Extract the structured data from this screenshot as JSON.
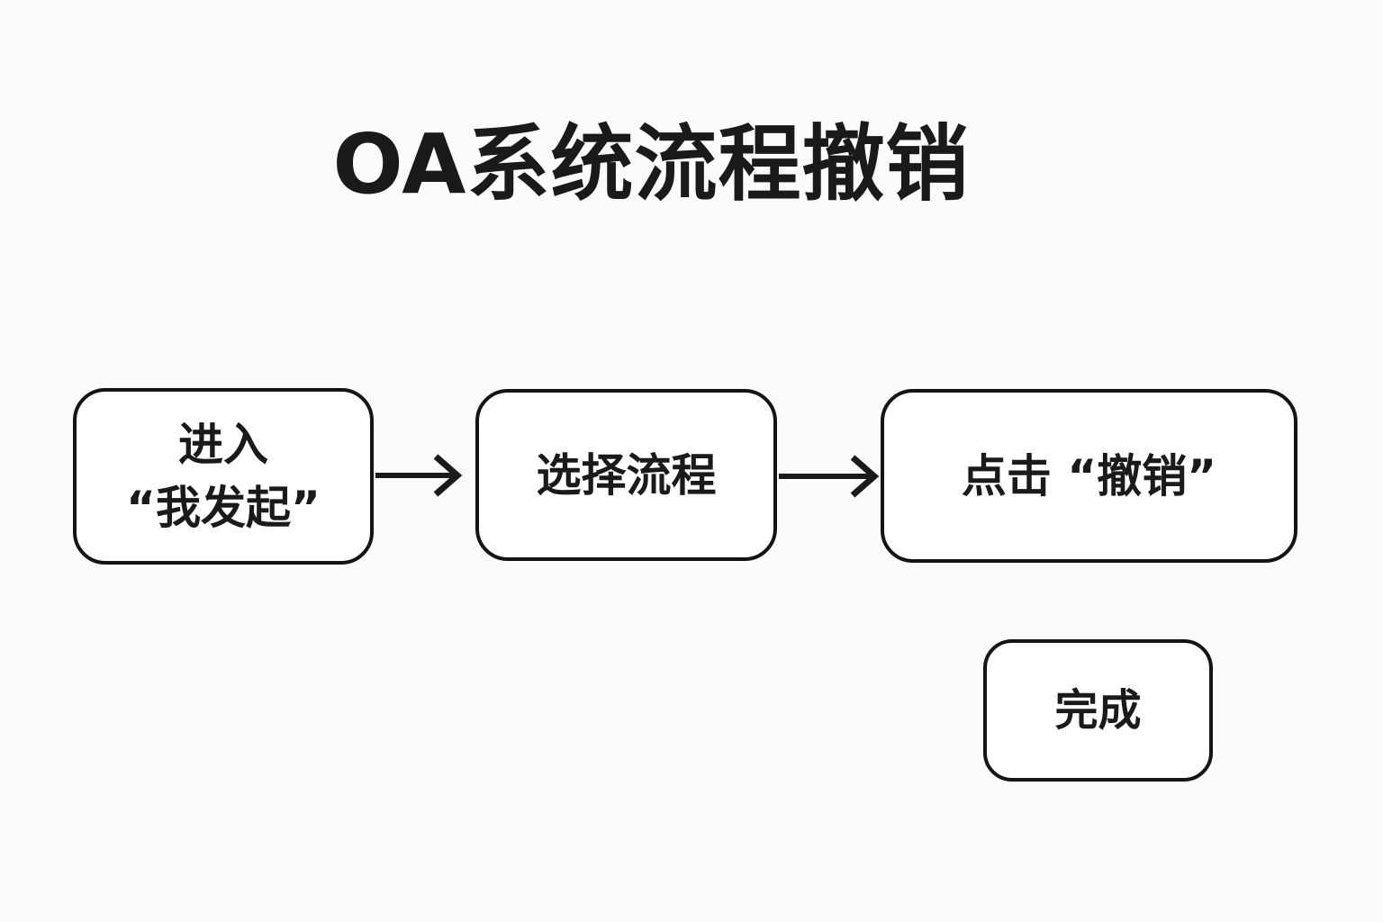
{
  "title": "OA系统流程撤销",
  "flow": {
    "steps": [
      {
        "id": "enter-my-initiated",
        "lines": [
          "进入",
          "“我发起”"
        ]
      },
      {
        "id": "select-process",
        "lines": [
          "选择流程"
        ]
      },
      {
        "id": "click-revoke",
        "lines": [
          "点击 “撤销”"
        ]
      },
      {
        "id": "done",
        "lines": [
          "完成"
        ]
      }
    ],
    "connections": [
      {
        "from": "enter-my-initiated",
        "to": "select-process"
      },
      {
        "from": "select-process",
        "to": "click-revoke"
      }
    ]
  },
  "colors": {
    "background": "#fbfbfb",
    "box_fill": "#ffffff",
    "border": "#141414",
    "text": "#1a1a1a",
    "arrow": "#1a1a1a"
  }
}
